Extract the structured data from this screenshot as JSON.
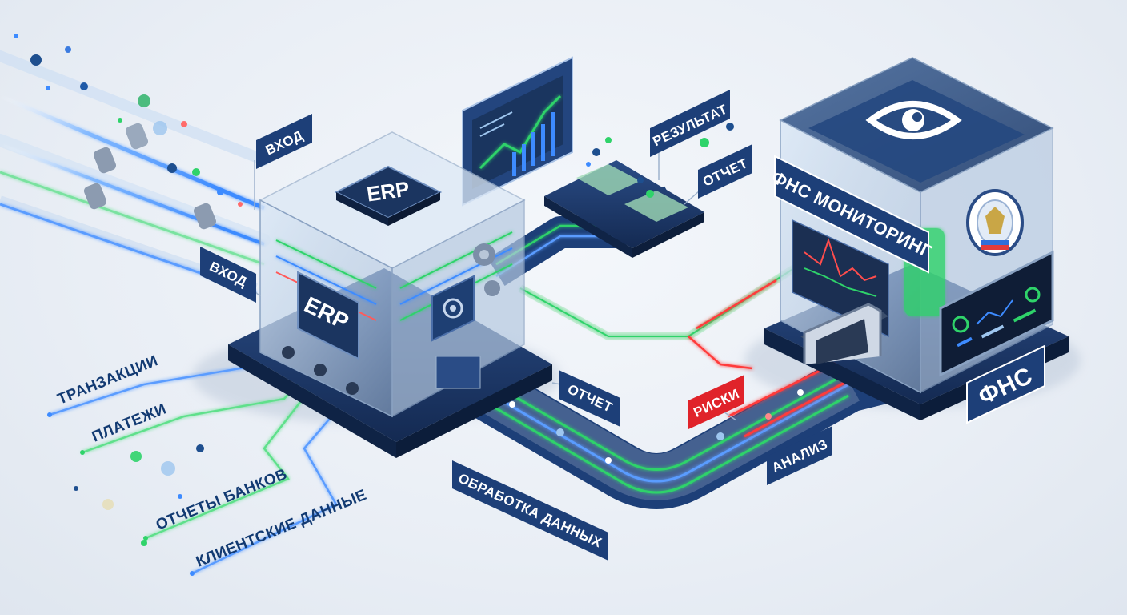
{
  "erp": {
    "top_chip": "ERP",
    "front_chip": "ERP"
  },
  "fns": {
    "box_title": "ФНС МОНИТОРИНГ",
    "base_badge": "ФНС"
  },
  "labels": {
    "vhod_top": "ВХОД",
    "vhod_left": "ВХОД",
    "rezultat": "РЕЗУЛЬТАТ",
    "otchet_top": "ОТЧЕТ",
    "otchet_mid": "ОТЧЕТ",
    "riski": "РИСКИ",
    "analiz": "АНАЛИЗ",
    "obrabotka": "ОБРАБОТКА ДАННЫХ"
  },
  "inputs": [
    "ТРАНЗАКЦИИ",
    "ПЛАТЕЖИ",
    "ОТЧЕТЫ БАНКОВ",
    "КЛИЕНТСКИЕ ДАННЫЕ"
  ],
  "colors": {
    "navy": "#1d3f78",
    "green": "#2fd36a",
    "blue": "#3d8bff",
    "red": "#ff3b3b"
  }
}
